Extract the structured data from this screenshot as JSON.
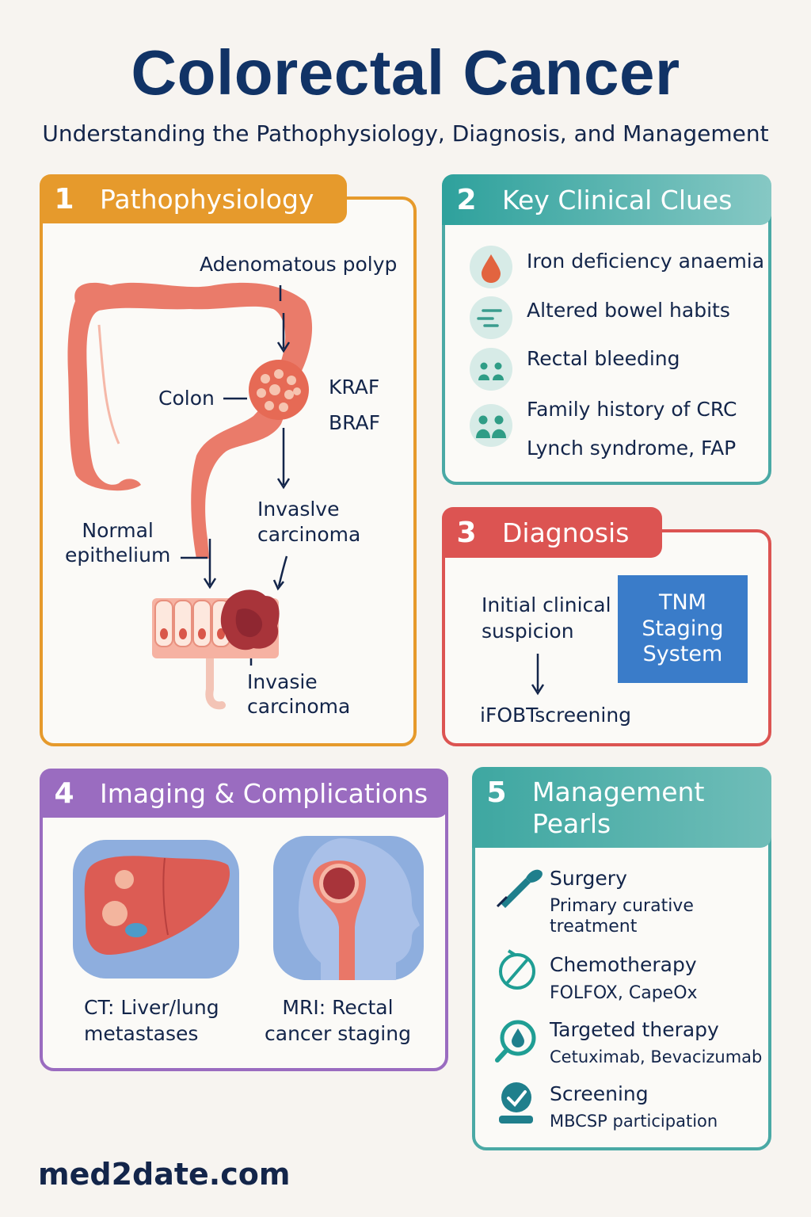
{
  "header": {
    "title": "Colorectal Cancer",
    "subtitle": "Understanding the Pathophysiology, Diagnosis, and Management"
  },
  "colors": {
    "orange": "#e69a2c",
    "teal": "#4aa9a5",
    "red": "#dc5452",
    "purple": "#9a6cc0",
    "navy": "#113366",
    "blue": "#3a7cc9"
  },
  "section1": {
    "number": "1",
    "title": "Pathophysiology",
    "labels": {
      "polyp": "Adenomatous polyp",
      "colon": "Colon",
      "kraf": "KRAF",
      "braf": "BRAF",
      "invasive1": "Invaslve\ncarcinoma",
      "normal": "Normal\nepithelium",
      "invasive2": "Invasie\ncarcinoma"
    }
  },
  "section2": {
    "number": "2",
    "title": "Key Clinical Clues",
    "items": [
      {
        "icon": "blood-drop-icon",
        "text": "Iron deficiency anaemia"
      },
      {
        "icon": "lines-icon",
        "text": "Altered bowel habits"
      },
      {
        "icon": "people-icon",
        "text": "Rectal bleeding"
      },
      {
        "icon": "people-icon",
        "text": "Family history of CRC"
      }
    ],
    "extra": "Lynch syndrome, FAP"
  },
  "section3": {
    "number": "3",
    "title": "Diagnosis",
    "suspicion": "Initial clinical\nsuspicion",
    "screening": "iFOBTscreening",
    "tnm": "TNM\nStaging\nSystem"
  },
  "section4": {
    "number": "4",
    "title": "Imaging & Complications",
    "ct": "CT: Liver/lung\nmetastases",
    "mri": "MRI: Rectal\ncancer staging"
  },
  "section5": {
    "number": "5",
    "title": "Management\nPearls",
    "items": [
      {
        "icon": "scalpel-icon",
        "title": "Surgery",
        "detail": "Primary curative\ntreatment"
      },
      {
        "icon": "pill-icon",
        "title": "Chemotherapy",
        "detail": "FOLFOX, CapeOx"
      },
      {
        "icon": "target-icon",
        "title": "Targeted therapy",
        "detail": "Cetuximab, Bevacizumab"
      },
      {
        "icon": "check-badge-icon",
        "title": "Screening",
        "detail": "MBCSP participation"
      }
    ]
  },
  "footer": {
    "site": "med2date.com"
  }
}
